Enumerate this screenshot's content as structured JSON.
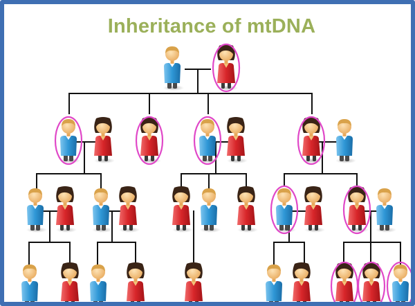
{
  "title": "Inheritance of mtDNA",
  "colors": {
    "frame": "#3f6fb3",
    "title": "#9bb05a",
    "line": "#111111",
    "highlight": "#e048c8",
    "male_shirt": "#2f97d6",
    "female_dress": "#d8262a",
    "skin": "#f2c27a",
    "male_hair": "#d9a24a",
    "female_hair": "#3a2416"
  },
  "generations": [
    {
      "generation": 1,
      "people": [
        {
          "id": "g1-male",
          "sex": "male",
          "has_mtdna": false
        },
        {
          "id": "g1-female",
          "sex": "female",
          "has_mtdna": true
        }
      ]
    },
    {
      "generation": 2,
      "people": [
        {
          "id": "g2-son-a",
          "sex": "male",
          "has_mtdna": true
        },
        {
          "id": "g2-wife-a",
          "sex": "female",
          "has_mtdna": false
        },
        {
          "id": "g2-daughter-b",
          "sex": "female",
          "has_mtdna": true
        },
        {
          "id": "g2-son-c",
          "sex": "male",
          "has_mtdna": true
        },
        {
          "id": "g2-wife-c",
          "sex": "female",
          "has_mtdna": false
        },
        {
          "id": "g2-daughter-d",
          "sex": "female",
          "has_mtdna": true
        },
        {
          "id": "g2-husband-d",
          "sex": "male",
          "has_mtdna": false
        }
      ]
    },
    {
      "generation": 3,
      "people": [
        {
          "id": "g3-a1-male",
          "sex": "male",
          "has_mtdna": false
        },
        {
          "id": "g3-a1-wife",
          "sex": "female",
          "has_mtdna": false
        },
        {
          "id": "g3-a2-male",
          "sex": "male",
          "has_mtdna": false
        },
        {
          "id": "g3-a2-wife",
          "sex": "female",
          "has_mtdna": false
        },
        {
          "id": "g3-c1-female",
          "sex": "female",
          "has_mtdna": false
        },
        {
          "id": "g3-c2-male",
          "sex": "male",
          "has_mtdna": false
        },
        {
          "id": "g3-c3-female",
          "sex": "female",
          "has_mtdna": false
        },
        {
          "id": "g3-d1-male",
          "sex": "male",
          "has_mtdna": true
        },
        {
          "id": "g3-d1-wife",
          "sex": "female",
          "has_mtdna": false
        },
        {
          "id": "g3-d2-female",
          "sex": "female",
          "has_mtdna": true
        },
        {
          "id": "g3-d2-husband",
          "sex": "male",
          "has_mtdna": false
        }
      ]
    },
    {
      "generation": 4,
      "people": [
        {
          "id": "g4-a1-child1",
          "sex": "male",
          "has_mtdna": false
        },
        {
          "id": "g4-a1-child2",
          "sex": "female",
          "has_mtdna": false
        },
        {
          "id": "g4-a2-child1",
          "sex": "male",
          "has_mtdna": false
        },
        {
          "id": "g4-a2-child2",
          "sex": "female",
          "has_mtdna": false
        },
        {
          "id": "g4-c2-child",
          "sex": "female",
          "has_mtdna": false
        },
        {
          "id": "g4-d1-child1",
          "sex": "male",
          "has_mtdna": false
        },
        {
          "id": "g4-d1-child2",
          "sex": "female",
          "has_mtdna": false
        },
        {
          "id": "g4-d2-child1",
          "sex": "female",
          "has_mtdna": true
        },
        {
          "id": "g4-d2-child2",
          "sex": "female",
          "has_mtdna": true
        },
        {
          "id": "g4-d2-child3",
          "sex": "male",
          "has_mtdna": true
        }
      ]
    }
  ]
}
